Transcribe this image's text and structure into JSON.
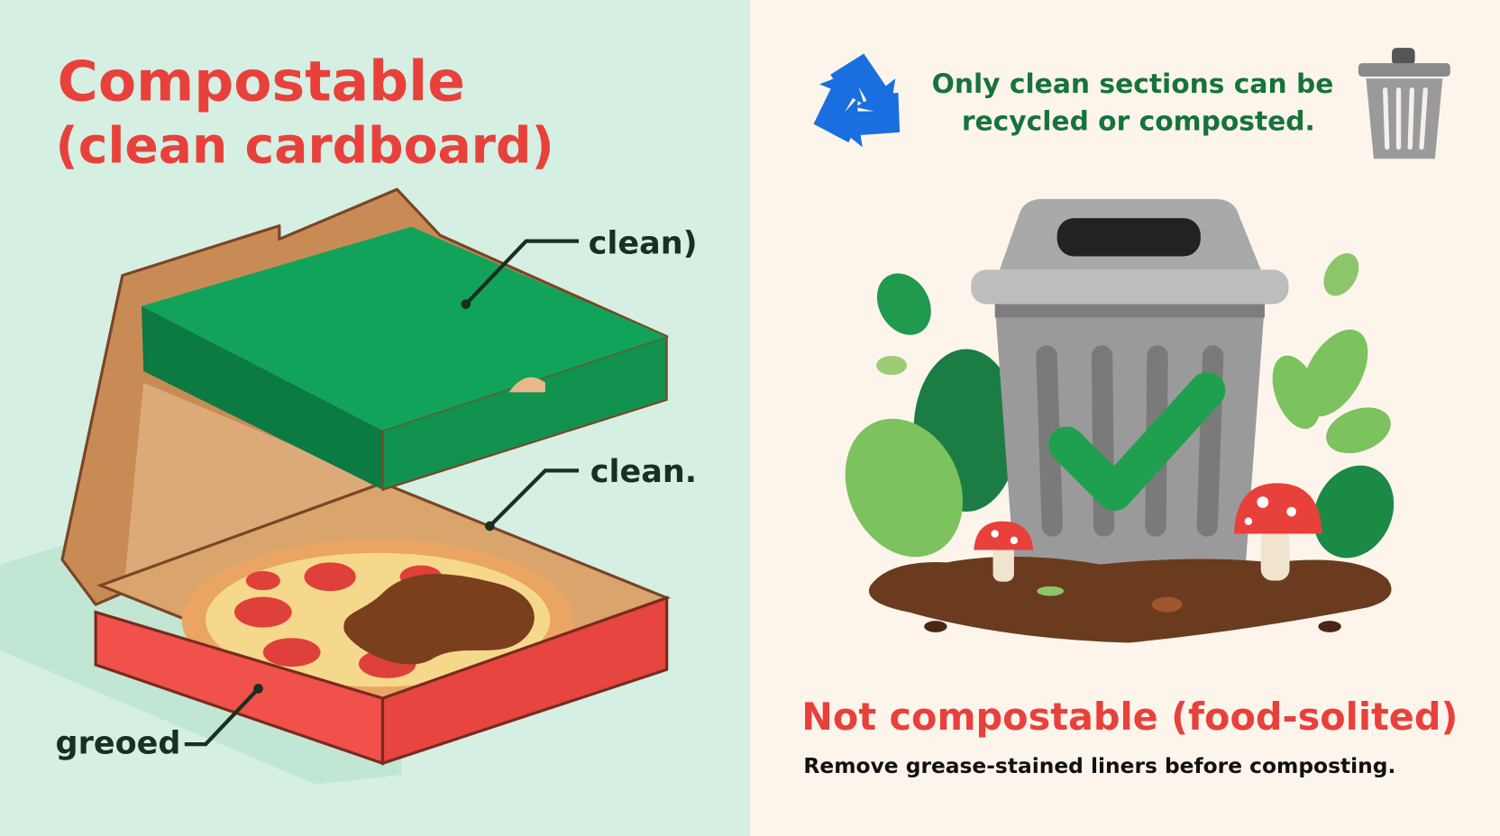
{
  "left": {
    "title_line1": "Compostable",
    "title_line2": "(clean cardboard)",
    "labels": [
      "clean)",
      "clean.",
      "greoed"
    ]
  },
  "right": {
    "note_line1": "Only clean sections can be",
    "note_line2": "recycled or composted.",
    "heading": "Not compostable (food-solited)",
    "subtext": "Remove grease-stained liners before composting.",
    "icons": [
      "recycle-icon",
      "trash-can-icon"
    ]
  },
  "colors": {
    "left_bg": "#d5efe3",
    "right_bg": "#fdf5ec",
    "title_red": "#e8413c",
    "note_green": "#16733a",
    "lid_green": "#12a35a",
    "box_red": "#f0514a",
    "cardboard": "#c98b56",
    "recycle_blue": "#1a6fe0"
  }
}
